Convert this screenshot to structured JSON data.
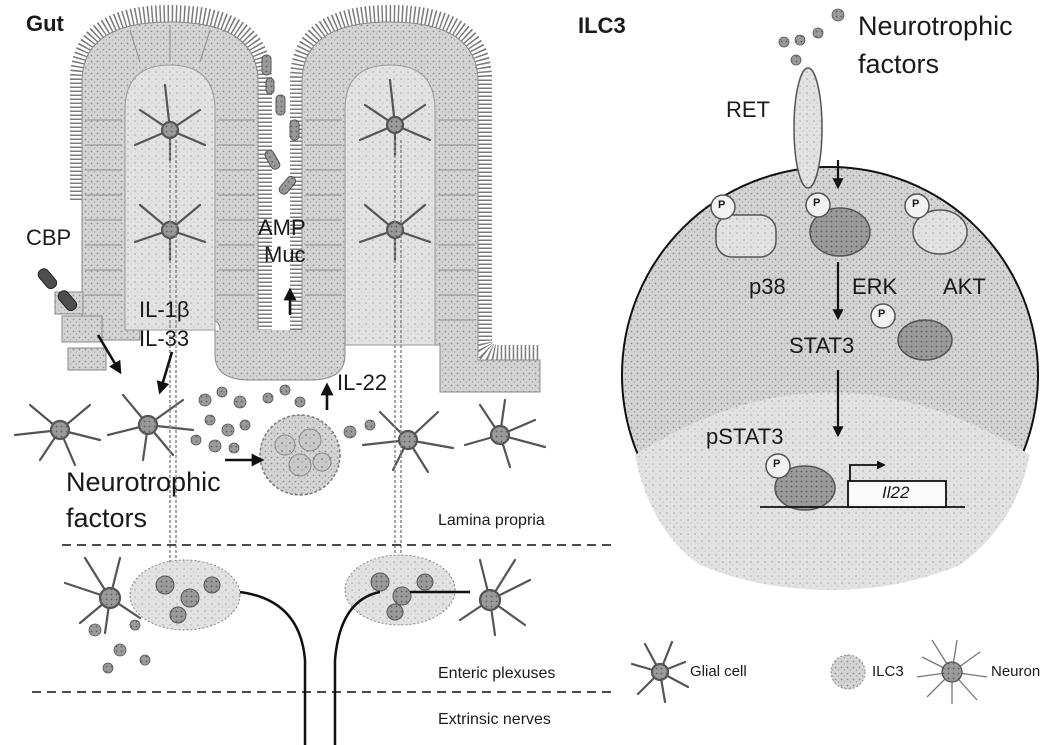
{
  "gut_panel": {
    "title": "Gut",
    "cbp": "CBP",
    "amp": "AMP",
    "muc": "Muc",
    "il1b": "IL-1β",
    "il33": "IL-33",
    "il22": "IL-22",
    "neurotrophic_1": "Neurotrophic",
    "neurotrophic_2": "factors",
    "lamina_propria": "Lamina propria",
    "enteric_plexuses": "Enteric plexuses",
    "extrinsic_nerves": "Extrinsic nerves"
  },
  "ilc3_panel": {
    "title": "ILC3",
    "neurotrophic_1": "Neurotrophic",
    "neurotrophic_2": "factors",
    "ret": "RET",
    "phospho": "P",
    "p38": "p38",
    "erk": "ERK",
    "akt": "AKT",
    "stat3": "STAT3",
    "pstat3": "pSTAT3",
    "gene": "Il22"
  },
  "legend": {
    "glial": "Glial cell",
    "ilc3": "ILC3",
    "neuron": "Neuron"
  },
  "colors": {
    "gray_dark": "#7a7a7a",
    "gray_mid": "#b5b5b5",
    "gray_light": "#dcdcdc"
  }
}
